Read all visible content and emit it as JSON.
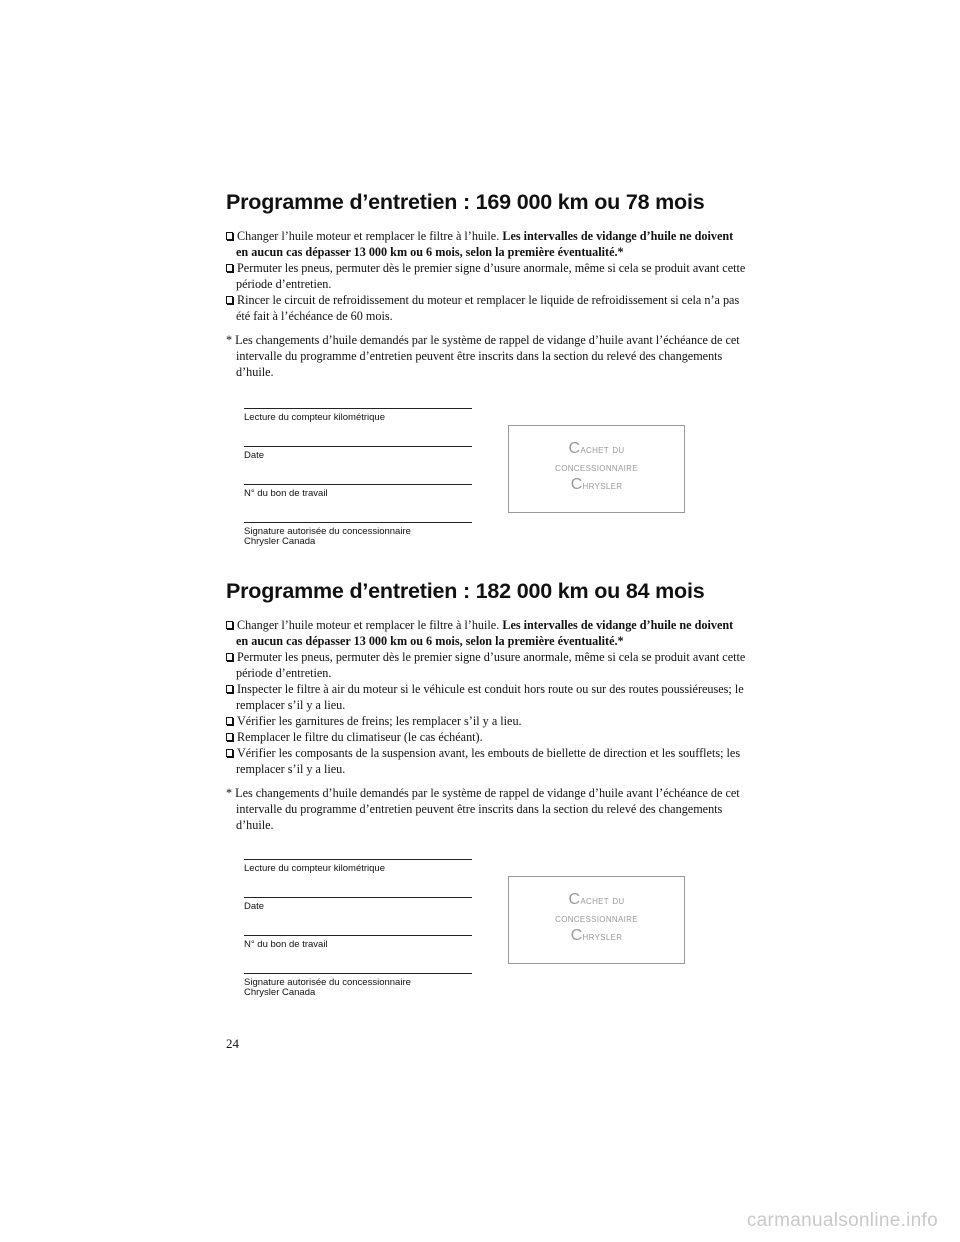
{
  "sections": [
    {
      "title": "Programme d’entretien : 169 000 km ou 78 mois",
      "items": [
        {
          "text": "Changer l’huile moteur et remplacer le filtre à l’huile. ",
          "bold": "Les intervalles de vidange d’huile ne doivent en aucun cas dépasser 13 000 km ou 6 mois, selon la première éventualité.*"
        },
        {
          "text": "Permuter les pneus, permuter dès le premier signe d’usure anormale, même si cela se produit avant cette période d’entretien.",
          "bold": ""
        },
        {
          "text": "Rincer le circuit de refroidissement du moteur et remplacer le liquide de refroidissement si cela n’a pas été fait à l’échéance de 60 mois.",
          "bold": ""
        }
      ],
      "note": "* Les changements d’huile demandés par le système de rappel de vidange d’huile avant l’échéance de cet intervalle du programme d’entretien peuvent être inscrits dans la section du relevé des changements d’huile."
    },
    {
      "title": "Programme d’entretien : 182 000 km ou 84 mois",
      "items": [
        {
          "text": "Changer l’huile moteur et remplacer le filtre à l’huile. ",
          "bold": "Les intervalles de vidange d’huile ne doivent en aucun cas dépasser 13 000 km ou 6 mois, selon la première éventualité.*"
        },
        {
          "text": "Permuter les pneus, permuter dès le premier signe d’usure anormale, même si cela se produit avant cette période d’entretien.",
          "bold": ""
        },
        {
          "text": "Inspecter le filtre à air du moteur si le véhicule est conduit hors route ou sur des routes poussiéreuses; le remplacer s’il y a lieu.",
          "bold": ""
        },
        {
          "text": "Vérifier les garnitures de freins; les remplacer s’il y a lieu.",
          "bold": ""
        },
        {
          "text": "Remplacer le filtre du climatiseur (le cas échéant).",
          "bold": ""
        },
        {
          "text": "Vérifier les composants de la suspension avant, les embouts de biellette de direction et les soufflets; les remplacer s’il y a lieu.",
          "bold": ""
        }
      ],
      "note": "* Les changements d’huile demandés par le système de rappel de vidange d’huile avant l’échéance de cet intervalle du programme d’entretien peuvent être inscrits dans la section du relevé des changements d’huile."
    }
  ],
  "form": {
    "odometer_label": "Lecture du compteur kilométrique",
    "date_label": "Date",
    "work_order_label": "N° du bon de travail",
    "signature_label_1": "Signature autorisée du concessionnaire",
    "signature_label_2": "Chrysler Canada"
  },
  "stamp": {
    "line1_cap": "C",
    "line1_rest": "achet du",
    "line2": "concessionnaire",
    "line3_cap": "C",
    "line3_rest": "hrysler"
  },
  "page_number": "24",
  "watermark": "carmanualsonline.info"
}
